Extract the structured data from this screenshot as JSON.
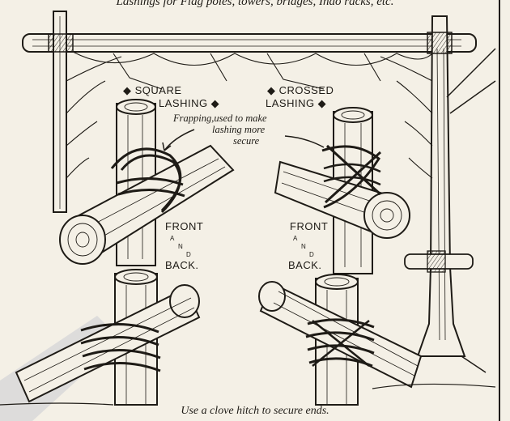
{
  "header_text": "Lashings for Flag poles, towers, bridges, Indo racks, etc.",
  "labels": {
    "square_lashing_l1": "◆ SQUARE",
    "square_lashing_l2": "LASHING ◆",
    "crossed_lashing_l1": "◆ CROSSED",
    "crossed_lashing_l2": "LASHING ◆",
    "frapping_l1": "Frapping,used to make",
    "frapping_l2": "lashing more",
    "frapping_l3": "secure",
    "front_left": "FRONT",
    "a_left": "A",
    "n_left": "N",
    "d_left": "D",
    "back_left": "BACK.",
    "front_right": "FRONT",
    "a_right": "A",
    "n_right": "N",
    "d_right": "D",
    "back_right": "BACK.",
    "caption": "Use a clove hitch to secure ends."
  },
  "colors": {
    "paper": "#f4f0e6",
    "ink": "#1e1b16",
    "watermark": "#d8d8d8"
  }
}
